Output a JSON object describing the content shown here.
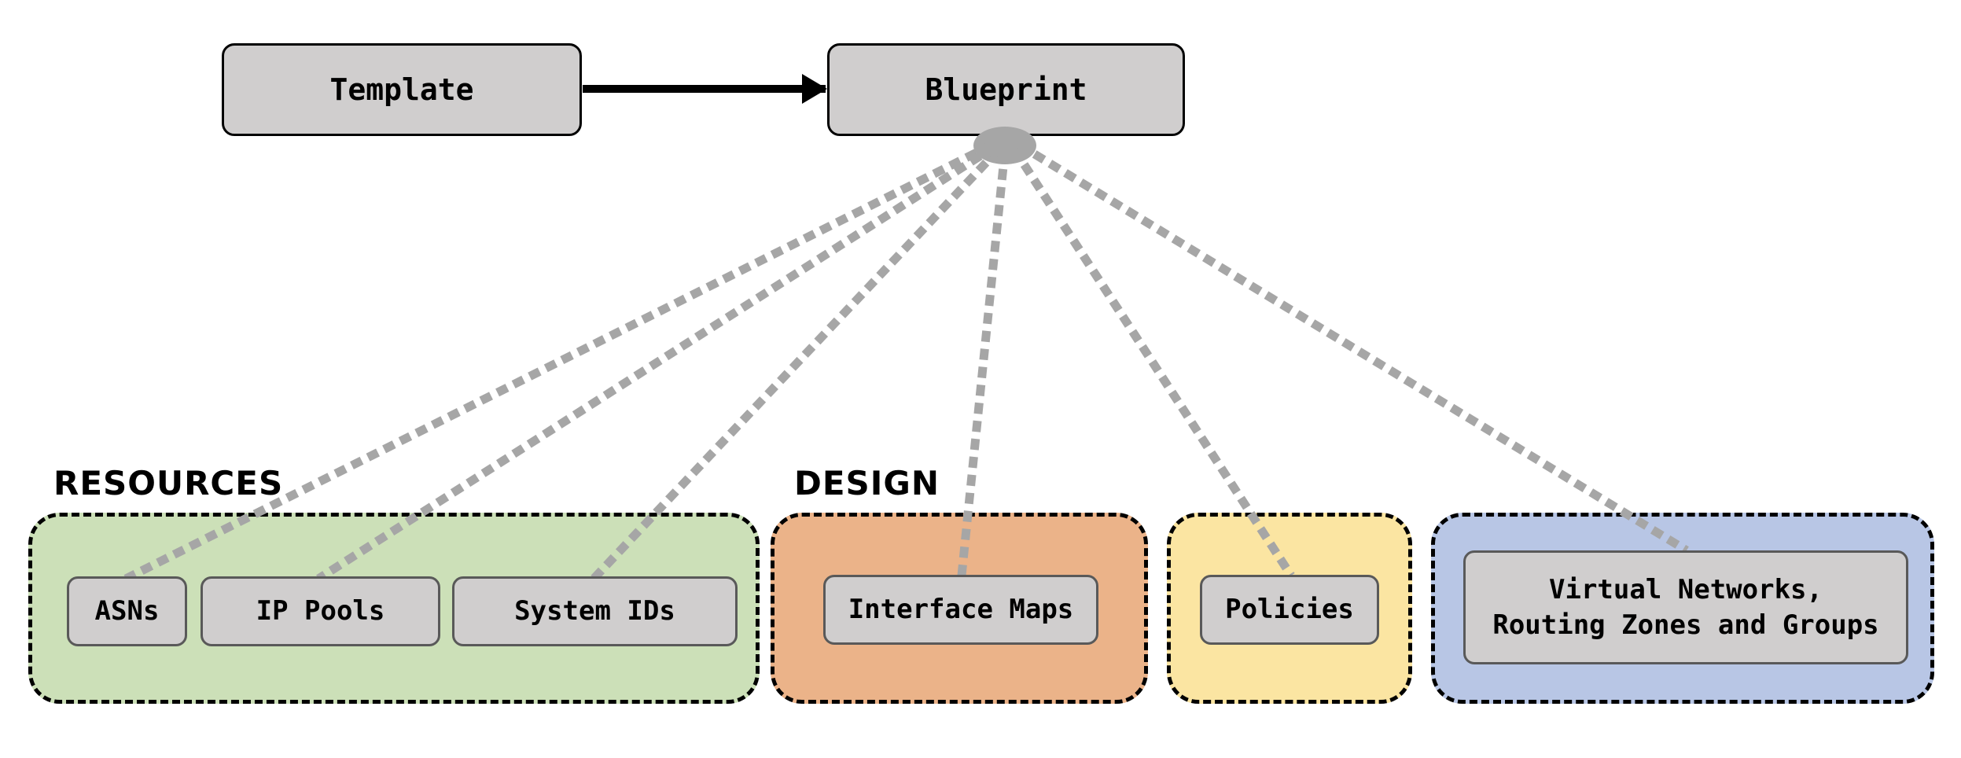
{
  "top": {
    "template_label": "Template",
    "blueprint_label": "Blueprint"
  },
  "groups": {
    "resources": {
      "label": "RESOURCES",
      "color": "#cce0b8",
      "items": [
        "ASNs",
        "IP Pools",
        "System IDs"
      ]
    },
    "design": {
      "label": "DESIGN",
      "color": "#ebb389",
      "items": [
        "Interface Maps"
      ]
    },
    "policies": {
      "label": "",
      "color": "#fbe5a2",
      "items": [
        "Policies"
      ]
    },
    "virtual": {
      "label": "",
      "color": "#b8c6e5",
      "items": [
        "Virtual Networks,\nRouting Zones and Groups"
      ]
    }
  },
  "colors": {
    "node_fill": "#d0cece",
    "connector": "#a6a6a6",
    "arrow": "#000000"
  }
}
